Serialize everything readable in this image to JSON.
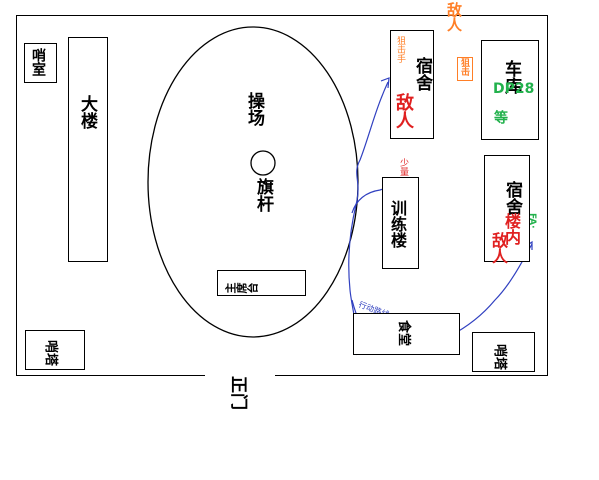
{
  "labels": {
    "guard_room": "哨室",
    "main_building": "大楼",
    "parade_ground": "操场",
    "flagpole": "旗杆",
    "podium": "主席台",
    "dorm_top": "宿舍",
    "enemy_top": "敌人",
    "sniper_note": "狙击手",
    "enemy_above": "敌人",
    "sniper_top": "狙击",
    "vehicle_depot": "车库",
    "vehicle_code": "DP28",
    "vehicle_note": "等",
    "small_enemy_1": "少量",
    "small_enemy_2": "敌人",
    "training_building": "训练楼",
    "dorm_right": "宿舍",
    "building_inside": "楼内",
    "enemy_right": "敌人",
    "green_marks": "FA·",
    "canteen": "食堂",
    "route_label": "行动路线",
    "watchtower_left": "哨塔",
    "watchtower_right": "哨塔",
    "main_gate": "正门"
  },
  "colors": {
    "line": "#000000",
    "enemy": "#e02020",
    "orange": "#ff7f27",
    "green": "#22b14c",
    "route": "#3040c0"
  }
}
